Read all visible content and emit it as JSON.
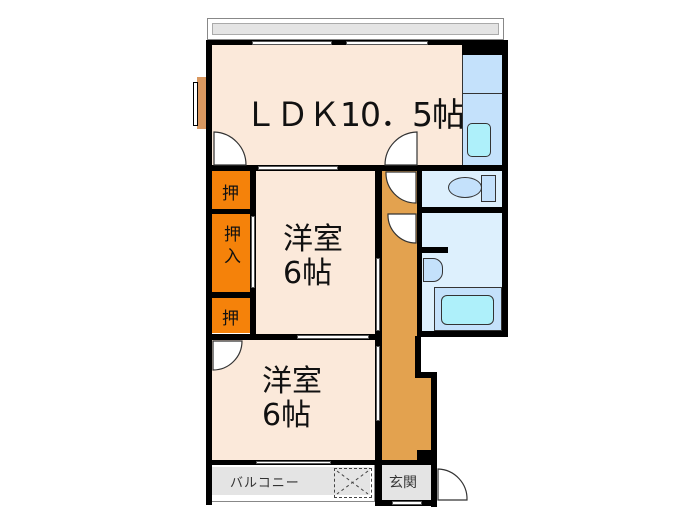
{
  "floorplan": {
    "rooms": {
      "ldk": {
        "label": "ＬＤＫ10．5帖",
        "color": "#fbe9da"
      },
      "western1": {
        "label_line1": "洋室",
        "label_line2": "6帖",
        "color": "#fbe9da"
      },
      "western2": {
        "label_line1": "洋室",
        "label_line2": "6帖",
        "color": "#fbe9da"
      },
      "closet_top": {
        "label": "押",
        "color": "#f5820a"
      },
      "closet_mid": {
        "label_line1": "押",
        "label_line2": "入",
        "color": "#f5820a"
      },
      "closet_bottom": {
        "label": "押",
        "color": "#f5820a"
      },
      "balcony": {
        "label": "バルコニー",
        "color": "#e4e4e4"
      },
      "entrance": {
        "label": "玄関",
        "color": "#e4e4e4"
      },
      "hallway": {
        "color": "#e3a24f"
      },
      "kitchen": {
        "color": "#c4e1fb"
      },
      "toilet": {
        "color": "#ddf0fd"
      },
      "bathroom": {
        "color": "#ddf0fd"
      },
      "bay_window": {
        "color": "#d99860"
      }
    }
  }
}
